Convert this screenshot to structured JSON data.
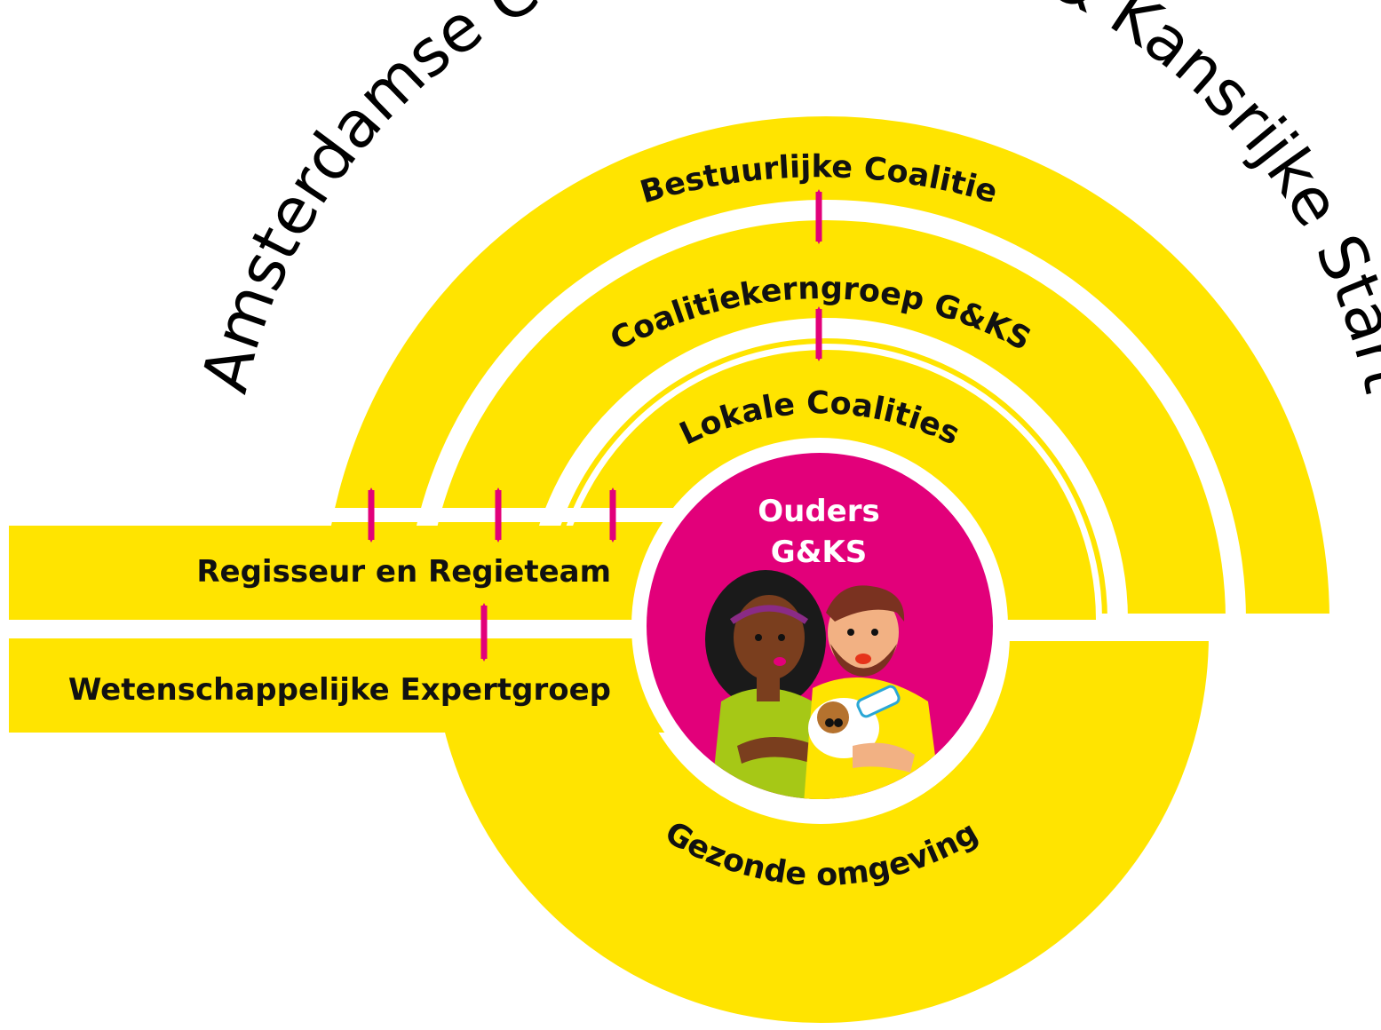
{
  "title": "Amsterdamse Coalitie Gezonde & Kansrijke Start",
  "layers": {
    "bestuurlijk": "Bestuurlijke Coalitie",
    "kerngroep": "Coalitiekerngroep G&KS",
    "lokaal": "Lokale Coalities",
    "omgeving": "Gezonde omgeving"
  },
  "bars": {
    "regie": "Regisseur en Regieteam",
    "expert": "Wetenschappelijke Expertgroep"
  },
  "center": {
    "line1": "Ouders",
    "line2": "G&KS"
  },
  "colors": {
    "yellow": "#FFE400",
    "magenta": "#E2007A",
    "background": "#FFFFFF",
    "text": "#111111"
  }
}
